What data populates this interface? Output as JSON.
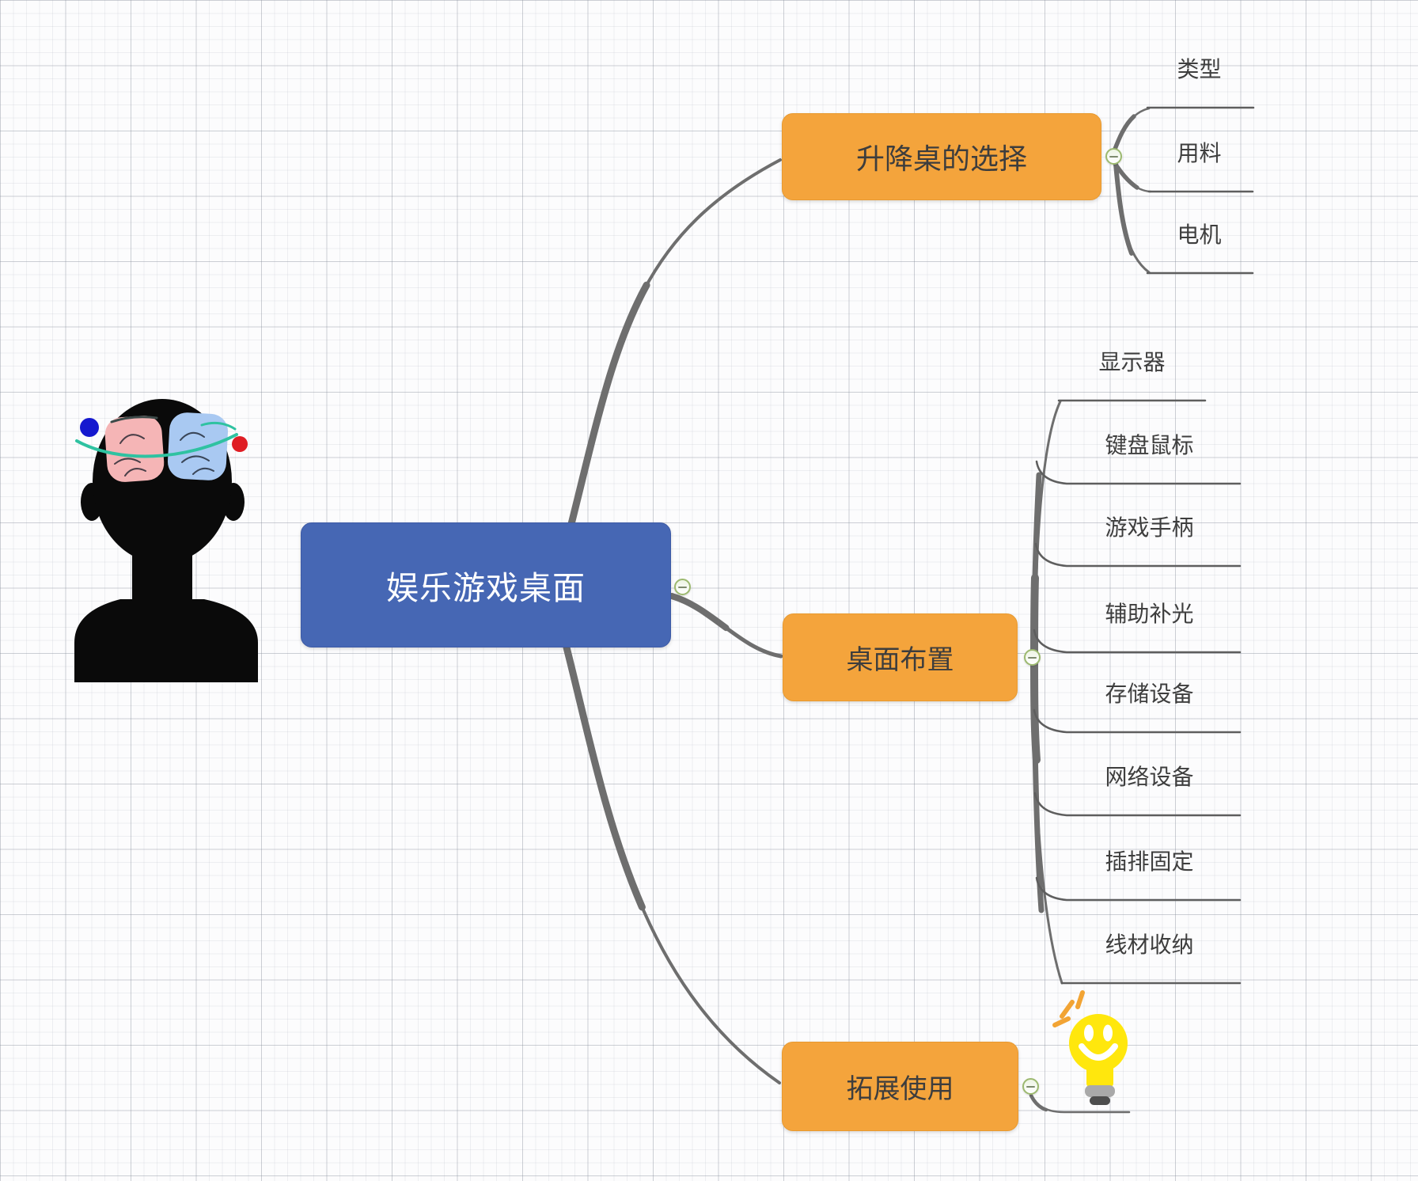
{
  "canvas": {
    "background_color": "#fcfcfd",
    "grid_minor_color": "#eceef0",
    "grid_major_color": "#d9dbde"
  },
  "mindmap": {
    "root": {
      "label": "娱乐游戏桌面",
      "fill_color": "#4667b4",
      "text_color": "#ffffff"
    },
    "branch_fill_color": "#f4a43c",
    "branch_text_color": "#3d3d3d",
    "connector_color": "#6e6e6e",
    "underline_color": "#5e5e5e",
    "collapse_button": {
      "border_color": "#9cb96f",
      "fill_color": "#f2f7ec",
      "symbol": "minus"
    },
    "branches": [
      {
        "label": "升降桌的选择",
        "children": [
          {
            "label": "类型"
          },
          {
            "label": "用料"
          },
          {
            "label": "电机"
          }
        ]
      },
      {
        "label": "桌面布置",
        "children": [
          {
            "label": "显示器"
          },
          {
            "label": "键盘鼠标"
          },
          {
            "label": "游戏手柄"
          },
          {
            "label": "辅助补光"
          },
          {
            "label": "存储设备"
          },
          {
            "label": "网络设备"
          },
          {
            "label": "插排固定"
          },
          {
            "label": "线材收纳"
          }
        ]
      },
      {
        "label": "拓展使用",
        "children": [
          {
            "label": "",
            "image": "lightbulb-smiley"
          }
        ]
      }
    ]
  },
  "illustration": {
    "name": "head-with-brain",
    "silhouette_color": "#0a0a0a",
    "left_lobe_color": "#f5b5b6",
    "right_lobe_color": "#a9c9f2",
    "orbit_color": "#2fc2a1",
    "left_dot_color": "#1518cf",
    "right_dot_color": "#df1d24"
  },
  "sticker": {
    "name": "lightbulb-smiley",
    "bulb_color": "#ffe70d",
    "ray_color": "#f2a434",
    "base_color": "#a9a9a9",
    "cap_color": "#4e4e4e"
  }
}
